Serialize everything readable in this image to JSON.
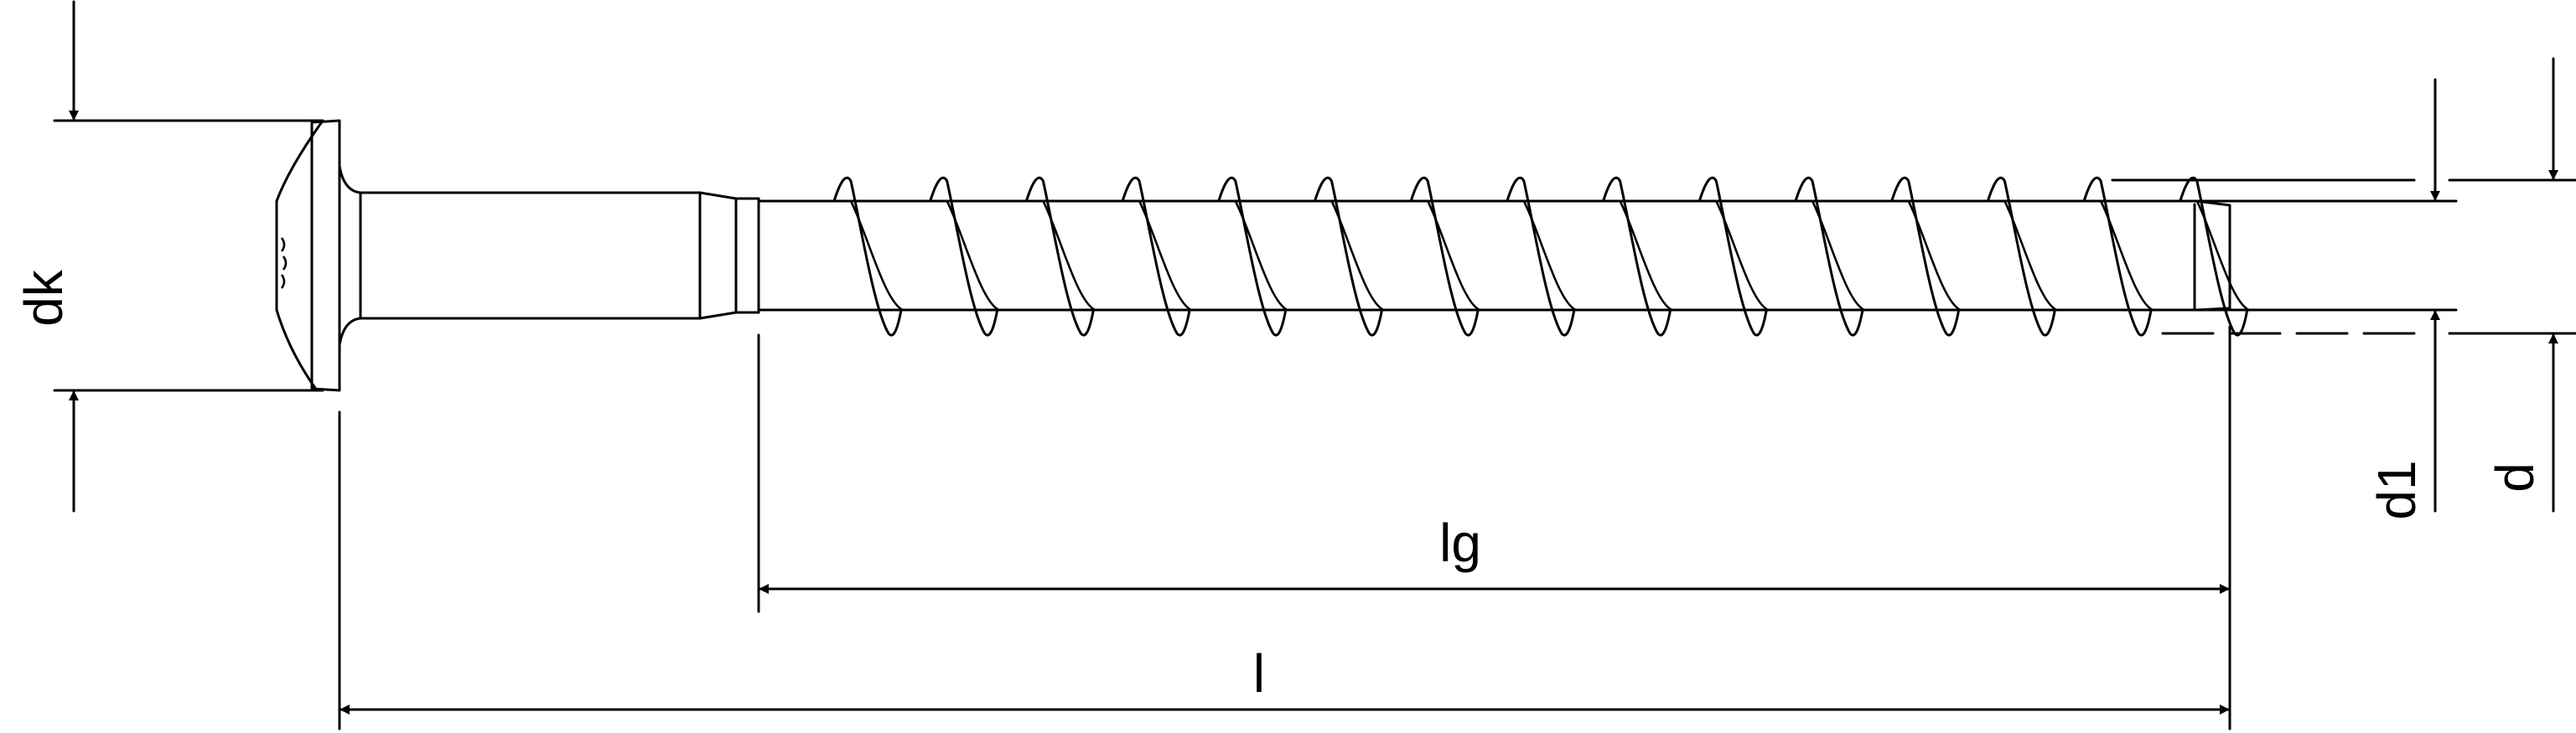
{
  "labels": {
    "dk": "dk",
    "lg": "lg",
    "l": "l",
    "d1": "d1",
    "d": "d"
  },
  "colors": {
    "line": "#000000",
    "background": "#ffffff"
  }
}
